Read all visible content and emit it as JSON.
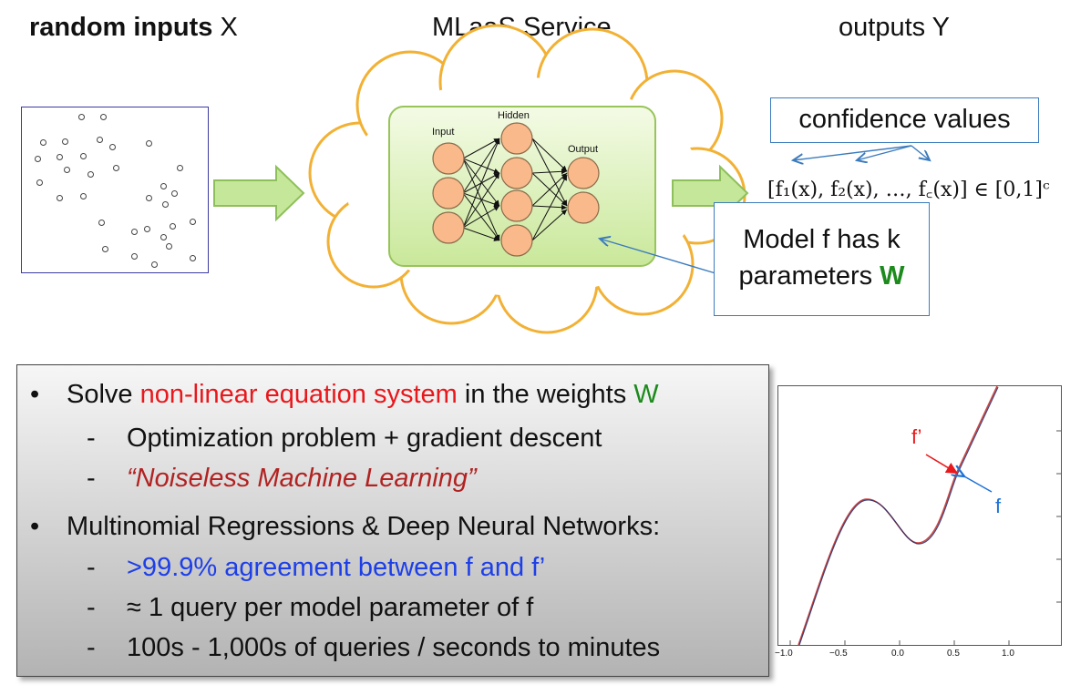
{
  "headers": {
    "inputs_bold": "random inputs",
    "inputs_rest": " X",
    "service": "MLaaS Service",
    "outputs": "outputs Y"
  },
  "network": {
    "input_label": "Input",
    "hidden_label": "Hidden",
    "output_label": "Output"
  },
  "confidence_label": "confidence values",
  "formula": "[f₁(x), f₂(x), …, f꜀(x)] ∈ [0,1]ᶜ",
  "model_box": {
    "line1": "Model f has k",
    "line2_prefix": "parameters ",
    "line2_w": "W"
  },
  "bullets": {
    "b1_prefix": "Solve ",
    "b1_red": "non-linear equation system",
    "b1_mid": " in the weights ",
    "b1_w": "W",
    "b1_sub1": "Optimization problem + gradient descent",
    "b1_sub2": "“Noiseless Machine Learning”",
    "b2": "Multinomial Regressions & Deep Neural Networks:",
    "b2_sub1": ">99.9% agreement between f and f’",
    "b2_sub2": "≈ 1 query per model parameter of f",
    "b2_sub3": "100s - 1,000s of queries / seconds to minutes",
    "bullet_char": "•",
    "dash_char": "-"
  },
  "plot": {
    "x_ticks": [
      "−1.0",
      "−0.5",
      "0.0",
      "0.5",
      "1.0"
    ],
    "label_f_prime": "f’",
    "label_f": "f"
  },
  "colors": {
    "arrow_fill": "#c5e79a",
    "arrow_stroke": "#8fbf5a",
    "cloud_stroke": "#f2b134",
    "box_blue": "#3b7bbd",
    "red": "#e8181c",
    "blue": "#1d3fe8",
    "green": "#1c8a1c"
  }
}
